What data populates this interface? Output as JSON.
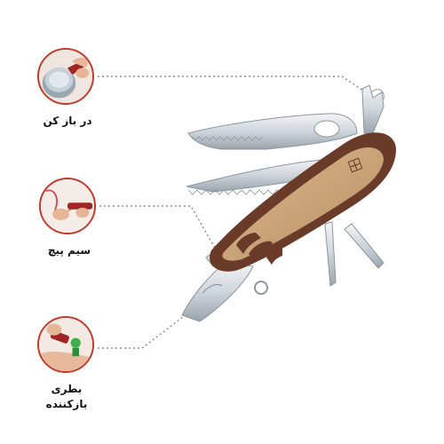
{
  "features": [
    {
      "id": "can-opener",
      "label": "در باز کن",
      "icon": "can-opener-icon"
    },
    {
      "id": "wire-stripper",
      "label": "سیم پیچ",
      "icon": "wire-stripper-icon"
    },
    {
      "id": "bottle-opener",
      "label_line1": "بطری",
      "label_line2": "بازکننده",
      "icon": "bottle-opener-icon"
    }
  ],
  "colors": {
    "accent": "#c0392b",
    "handle_brown": "#6b3b2a",
    "handle_tan": "#cfa97e",
    "steel": "#d7dbe0",
    "leader": "#7a7a7a"
  }
}
